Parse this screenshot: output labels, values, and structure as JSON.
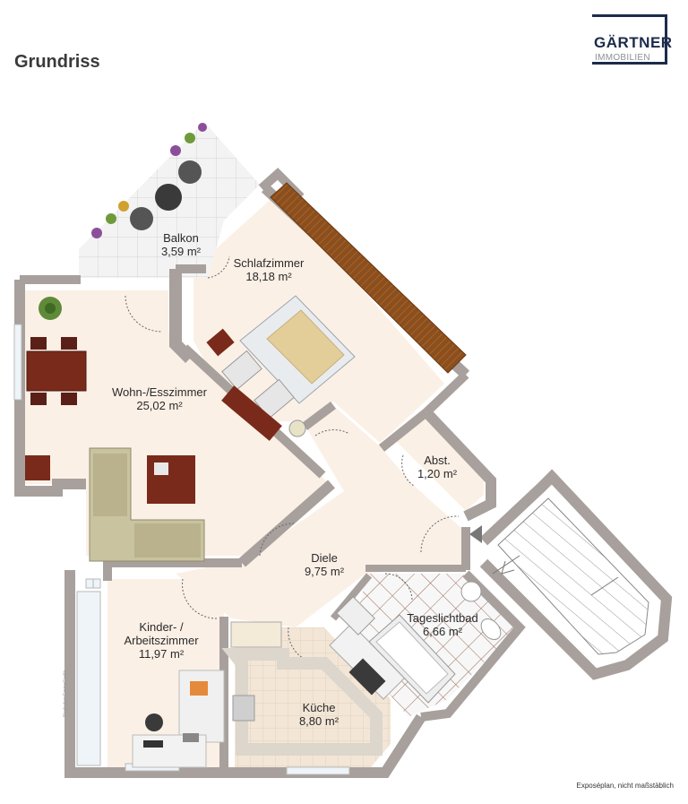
{
  "title": "Grundriss",
  "logo": {
    "name": "GÄRTNER",
    "subtitle": "IMMOBILIEN"
  },
  "footnote": "Exposéplan, nicht maßstäblich",
  "credit": "Illustration:EmmeGrafik",
  "rooms": [
    {
      "id": "balkon",
      "name": "Balkon",
      "area": "3,59 m²"
    },
    {
      "id": "schlafzimmer",
      "name": "Schlafzimmer",
      "area": "18,18 m²"
    },
    {
      "id": "wohn",
      "name": "Wohn-/Esszimmer",
      "area": "25,02 m²"
    },
    {
      "id": "abst",
      "name": "Abst.",
      "area": "1,20 m²"
    },
    {
      "id": "diele",
      "name": "Diele",
      "area": "9,75 m²"
    },
    {
      "id": "kinder",
      "name_line1": "Kinder- /",
      "name_line2": "Arbeitszimmer",
      "area": "11,97 m²"
    },
    {
      "id": "bad",
      "name": "Tageslichtbad",
      "area": "6,66 m²"
    },
    {
      "id": "kueche",
      "name": "Küche",
      "area": "8,80 m²"
    }
  ],
  "colors": {
    "floor": "#fbf0e6",
    "wall": "#a8a09c",
    "wall_edge": "#8c8480",
    "tile": "#f2f2f2",
    "wood": "#8b4f1e",
    "furniture_dark": "#7a2a1a",
    "sofa": "#c9c3a0",
    "logo": "#1c2b4a"
  }
}
